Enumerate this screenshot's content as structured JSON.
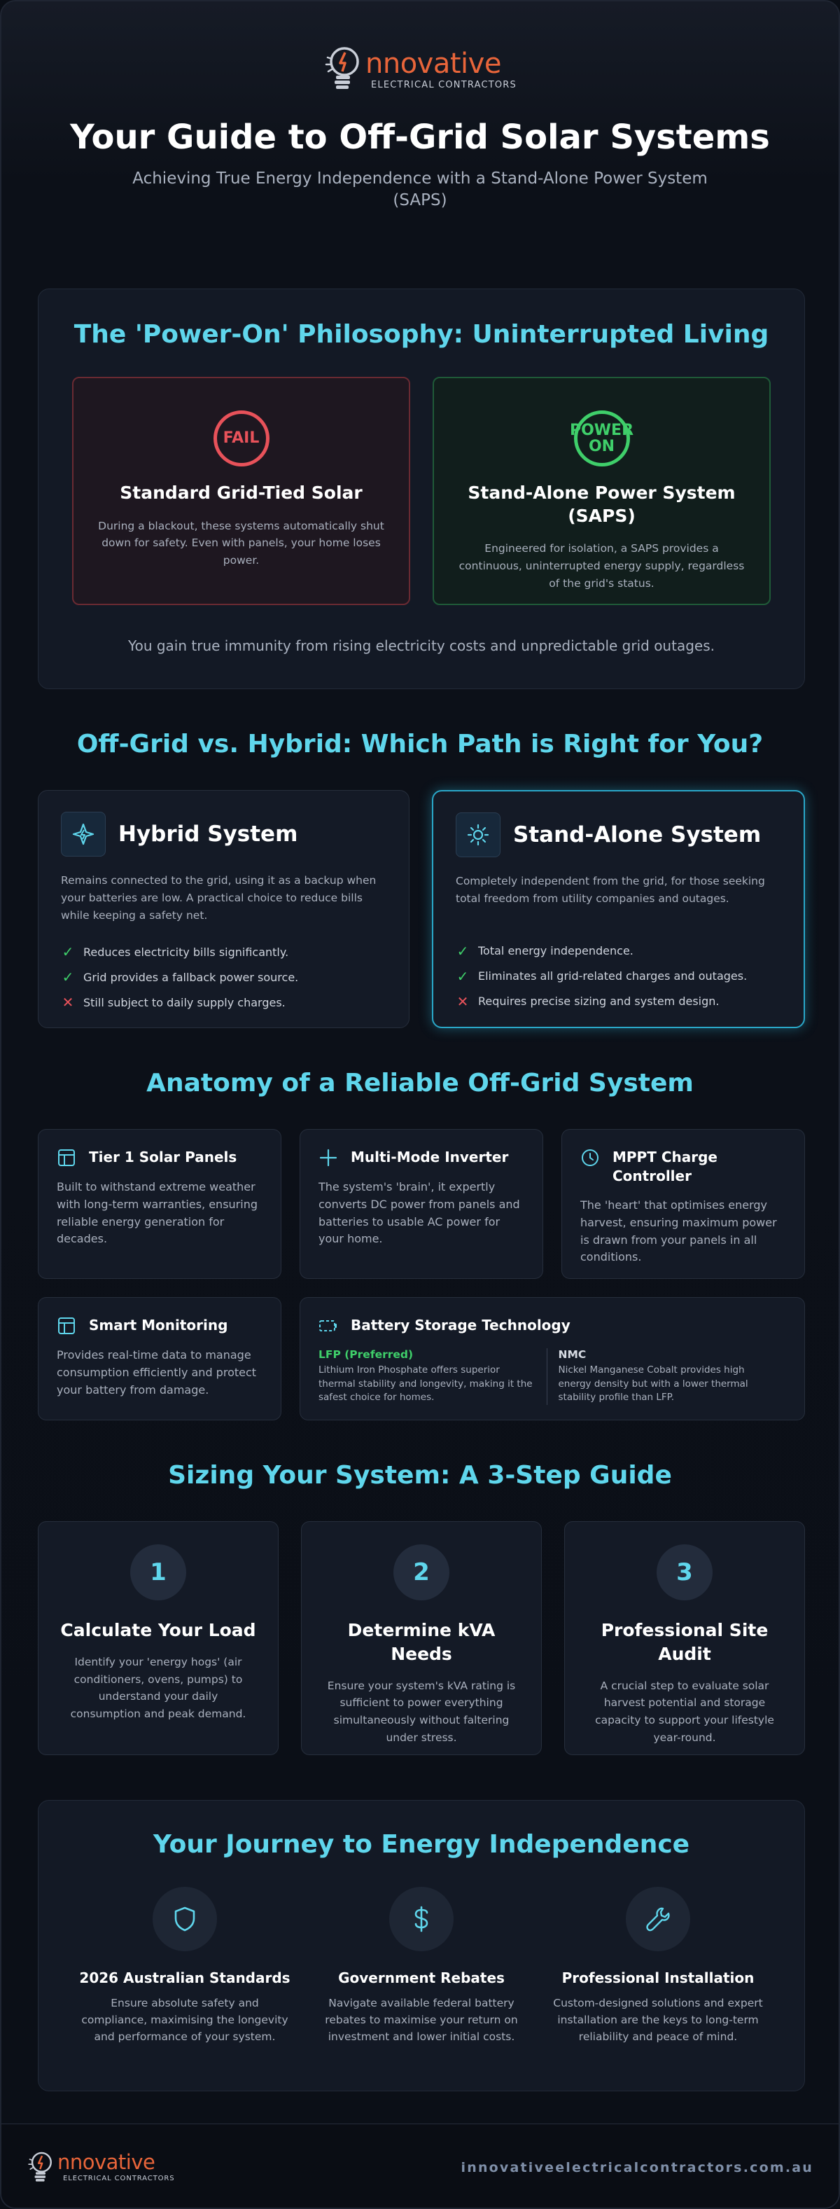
{
  "brand": {
    "name": "nnovative",
    "tagline": "ELECTRICAL CONTRACTORS"
  },
  "header": {
    "title": "Your Guide to Off-Grid Solar Systems",
    "subtitle": "Achieving True Energy Independence with a Stand-Alone Power System (SAPS)"
  },
  "philosophy": {
    "title": "The 'Power-On' Philosophy: Uninterrupted Living",
    "cards": [
      {
        "badge": "FAIL",
        "title": "Standard Grid-Tied Solar",
        "text": "During a blackout, these systems automatically shut down for safety. Even with panels, your home loses power."
      },
      {
        "badge_line1": "POWER",
        "badge_line2": "ON",
        "title": "Stand-Alone Power System (SAPS)",
        "text": "Engineered for isolation, a SAPS provides a continuous, uninterrupted energy supply, regardless of the grid's status."
      }
    ],
    "footer": "You gain true immunity from rising electricity costs and unpredictable grid outages."
  },
  "comparison": {
    "title": "Off-Grid vs. Hybrid: Which Path is Right for You?",
    "cards": [
      {
        "icon": "solar-panel-icon",
        "title": "Hybrid System",
        "text": "Remains connected to the grid, using it as a backup when your batteries are low. A practical choice to reduce bills while keeping a safety net.",
        "points": [
          {
            "mark": "check",
            "text": "Reduces electricity bills significantly."
          },
          {
            "mark": "check",
            "text": "Grid provides a fallback power source."
          },
          {
            "mark": "cross",
            "text": "Still subject to daily supply charges."
          }
        ]
      },
      {
        "icon": "sun-icon",
        "title": "Stand-Alone System",
        "text": "Completely independent from the grid, for those seeking total freedom from utility companies and outages.",
        "points": [
          {
            "mark": "check",
            "text": "Total energy independence."
          },
          {
            "mark": "check",
            "text": "Eliminates all grid-related charges and outages."
          },
          {
            "mark": "cross",
            "text": "Requires precise sizing and system design."
          }
        ]
      }
    ]
  },
  "anatomy": {
    "title": "Anatomy of a Reliable Off-Grid System",
    "components": [
      {
        "title": "Tier 1 Solar Panels",
        "text": "Built to withstand extreme weather with long-term warranties, ensuring reliable energy generation for decades."
      },
      {
        "title": "Multi-Mode Inverter",
        "text": "The system's 'brain', it expertly converts DC power from panels and batteries to usable AC power for your home."
      },
      {
        "title": "MPPT Charge Controller",
        "text": "The 'heart' that optimises energy harvest, ensuring maximum power is drawn from your panels in all conditions."
      },
      {
        "title": "Smart Monitoring",
        "text": "Provides real-time data to manage consumption efficiently and protect your battery from damage."
      }
    ],
    "battery": {
      "title": "Battery Storage Technology",
      "types": [
        {
          "name": "LFP (Preferred)",
          "text": "Lithium Iron Phosphate offers superior thermal stability and longevity, making it the safest choice for homes.",
          "color": "#3fcf6a"
        },
        {
          "name": "NMC",
          "text": "Nickel Manganese Cobalt provides high energy density but with a lower thermal stability profile than LFP.",
          "color": "#d7dbe3"
        }
      ]
    }
  },
  "sizing": {
    "title": "Sizing Your System: A 3-Step Guide",
    "steps": [
      {
        "number": "1",
        "title": "Calculate Your Load",
        "text": "Identify your 'energy hogs' (air conditioners, ovens, pumps) to understand your daily consumption and peak demand."
      },
      {
        "number": "2",
        "title": "Determine kVA Needs",
        "text": "Ensure your system's kVA rating is sufficient to power everything simultaneously without faltering under stress."
      },
      {
        "number": "3",
        "title": "Professional Site Audit",
        "text": "A crucial step to evaluate solar harvest potential and storage capacity to support your lifestyle year-round."
      }
    ]
  },
  "journey": {
    "title": "Your Journey to Energy Independence",
    "items": [
      {
        "icon": "shield-icon",
        "title": "2026 Australian Standards",
        "text": "Ensure absolute safety and compliance, maximising the longevity and performance of your system."
      },
      {
        "icon": "dollar-icon",
        "title": "Government Rebates",
        "text": "Navigate available federal battery rebates to maximise your return on investment and lower initial costs."
      },
      {
        "icon": "wrench-icon",
        "title": "Professional Installation",
        "text": "Custom-designed solutions and expert installation are the keys to long-term reliability and peace of mind."
      }
    ]
  },
  "footer": {
    "url": "innovativeelectricalcontractors.com.au"
  },
  "colors": {
    "accent": "#5fd6ec",
    "brand": "#e8653a",
    "success": "#3fcf6a",
    "danger": "#e8525a"
  }
}
